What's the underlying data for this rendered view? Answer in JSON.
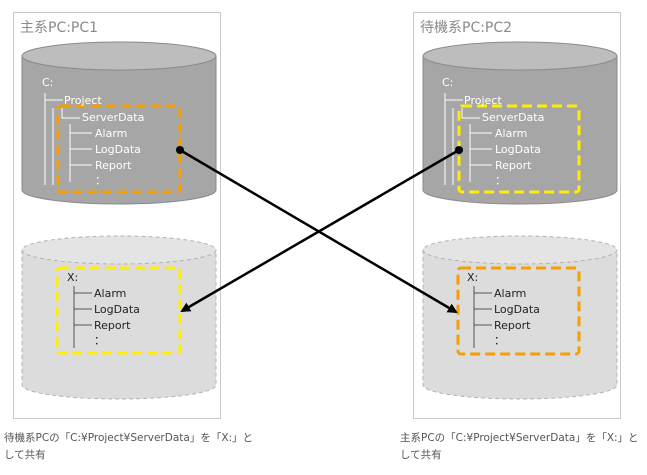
{
  "panels": {
    "left": {
      "title": "主系PC:PC1",
      "system_drive": {
        "drive": "C:",
        "tree": [
          "Project",
          "ServerData",
          "Alarm",
          "LogData",
          "Report",
          "："
        ]
      },
      "shared_drive": {
        "drive": "X:",
        "tree": [
          "Alarm",
          "LogData",
          "Report",
          "："
        ]
      }
    },
    "right": {
      "title": "待機系PC:PC2",
      "system_drive": {
        "drive": "C:",
        "tree": [
          "Project",
          "ServerData",
          "Alarm",
          "LogData",
          "Report",
          "："
        ]
      },
      "shared_drive": {
        "drive": "X:",
        "tree": [
          "Alarm",
          "LogData",
          "Report",
          "："
        ]
      }
    }
  },
  "captions": {
    "left": "待機系PCの「C:¥Project¥ServerData」を「X:」として共有",
    "right": "主系PCの「C:¥Project¥ServerData」を「X:」として共有"
  },
  "colors": {
    "solid_disk_body": "#a6a6a6",
    "solid_disk_top": "#bdbdbd",
    "solid_disk_edge": "#8a8a8a",
    "shared_disk_body": "#dcdcdc",
    "shared_disk_top": "#e4e4e4",
    "shared_disk_edge": "#b3b3b3",
    "orange_box": "#f5a000",
    "yellow_box": "#ffee00",
    "arrow": "#000000",
    "light_text": "#ffffff",
    "dark_text": "#222222",
    "tree_line_light": "#ffffff",
    "tree_line_dark": "#555555"
  }
}
